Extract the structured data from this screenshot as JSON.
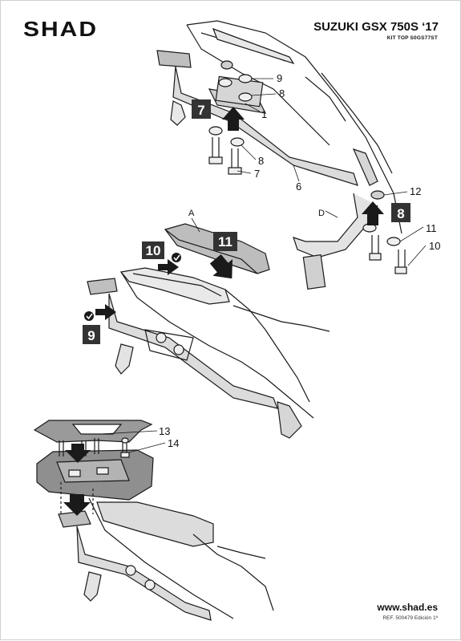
{
  "header": {
    "brand": "SHAD",
    "model": "SUZUKI GSX 750S ‘17",
    "kit": "KIT TOP S0GS77ST"
  },
  "footer": {
    "website": "www.shad.es",
    "reference": "REF. 500479 Edición 1ª"
  },
  "steps": {
    "s7": "7",
    "s8": "8",
    "s9": "9",
    "s10": "10",
    "s11": "11"
  },
  "parts": {
    "p1": "1",
    "p6": "6",
    "p7a": "7",
    "p8a": "8",
    "p8b": "8",
    "p9": "9",
    "p10": "10",
    "p11": "11",
    "p12": "12",
    "p13": "13",
    "p14": "14"
  },
  "letters": {
    "a": "A",
    "d": "D"
  },
  "colors": {
    "accent": "#333333",
    "line": "#1a1a1a",
    "shade": "#9a9a9a"
  }
}
